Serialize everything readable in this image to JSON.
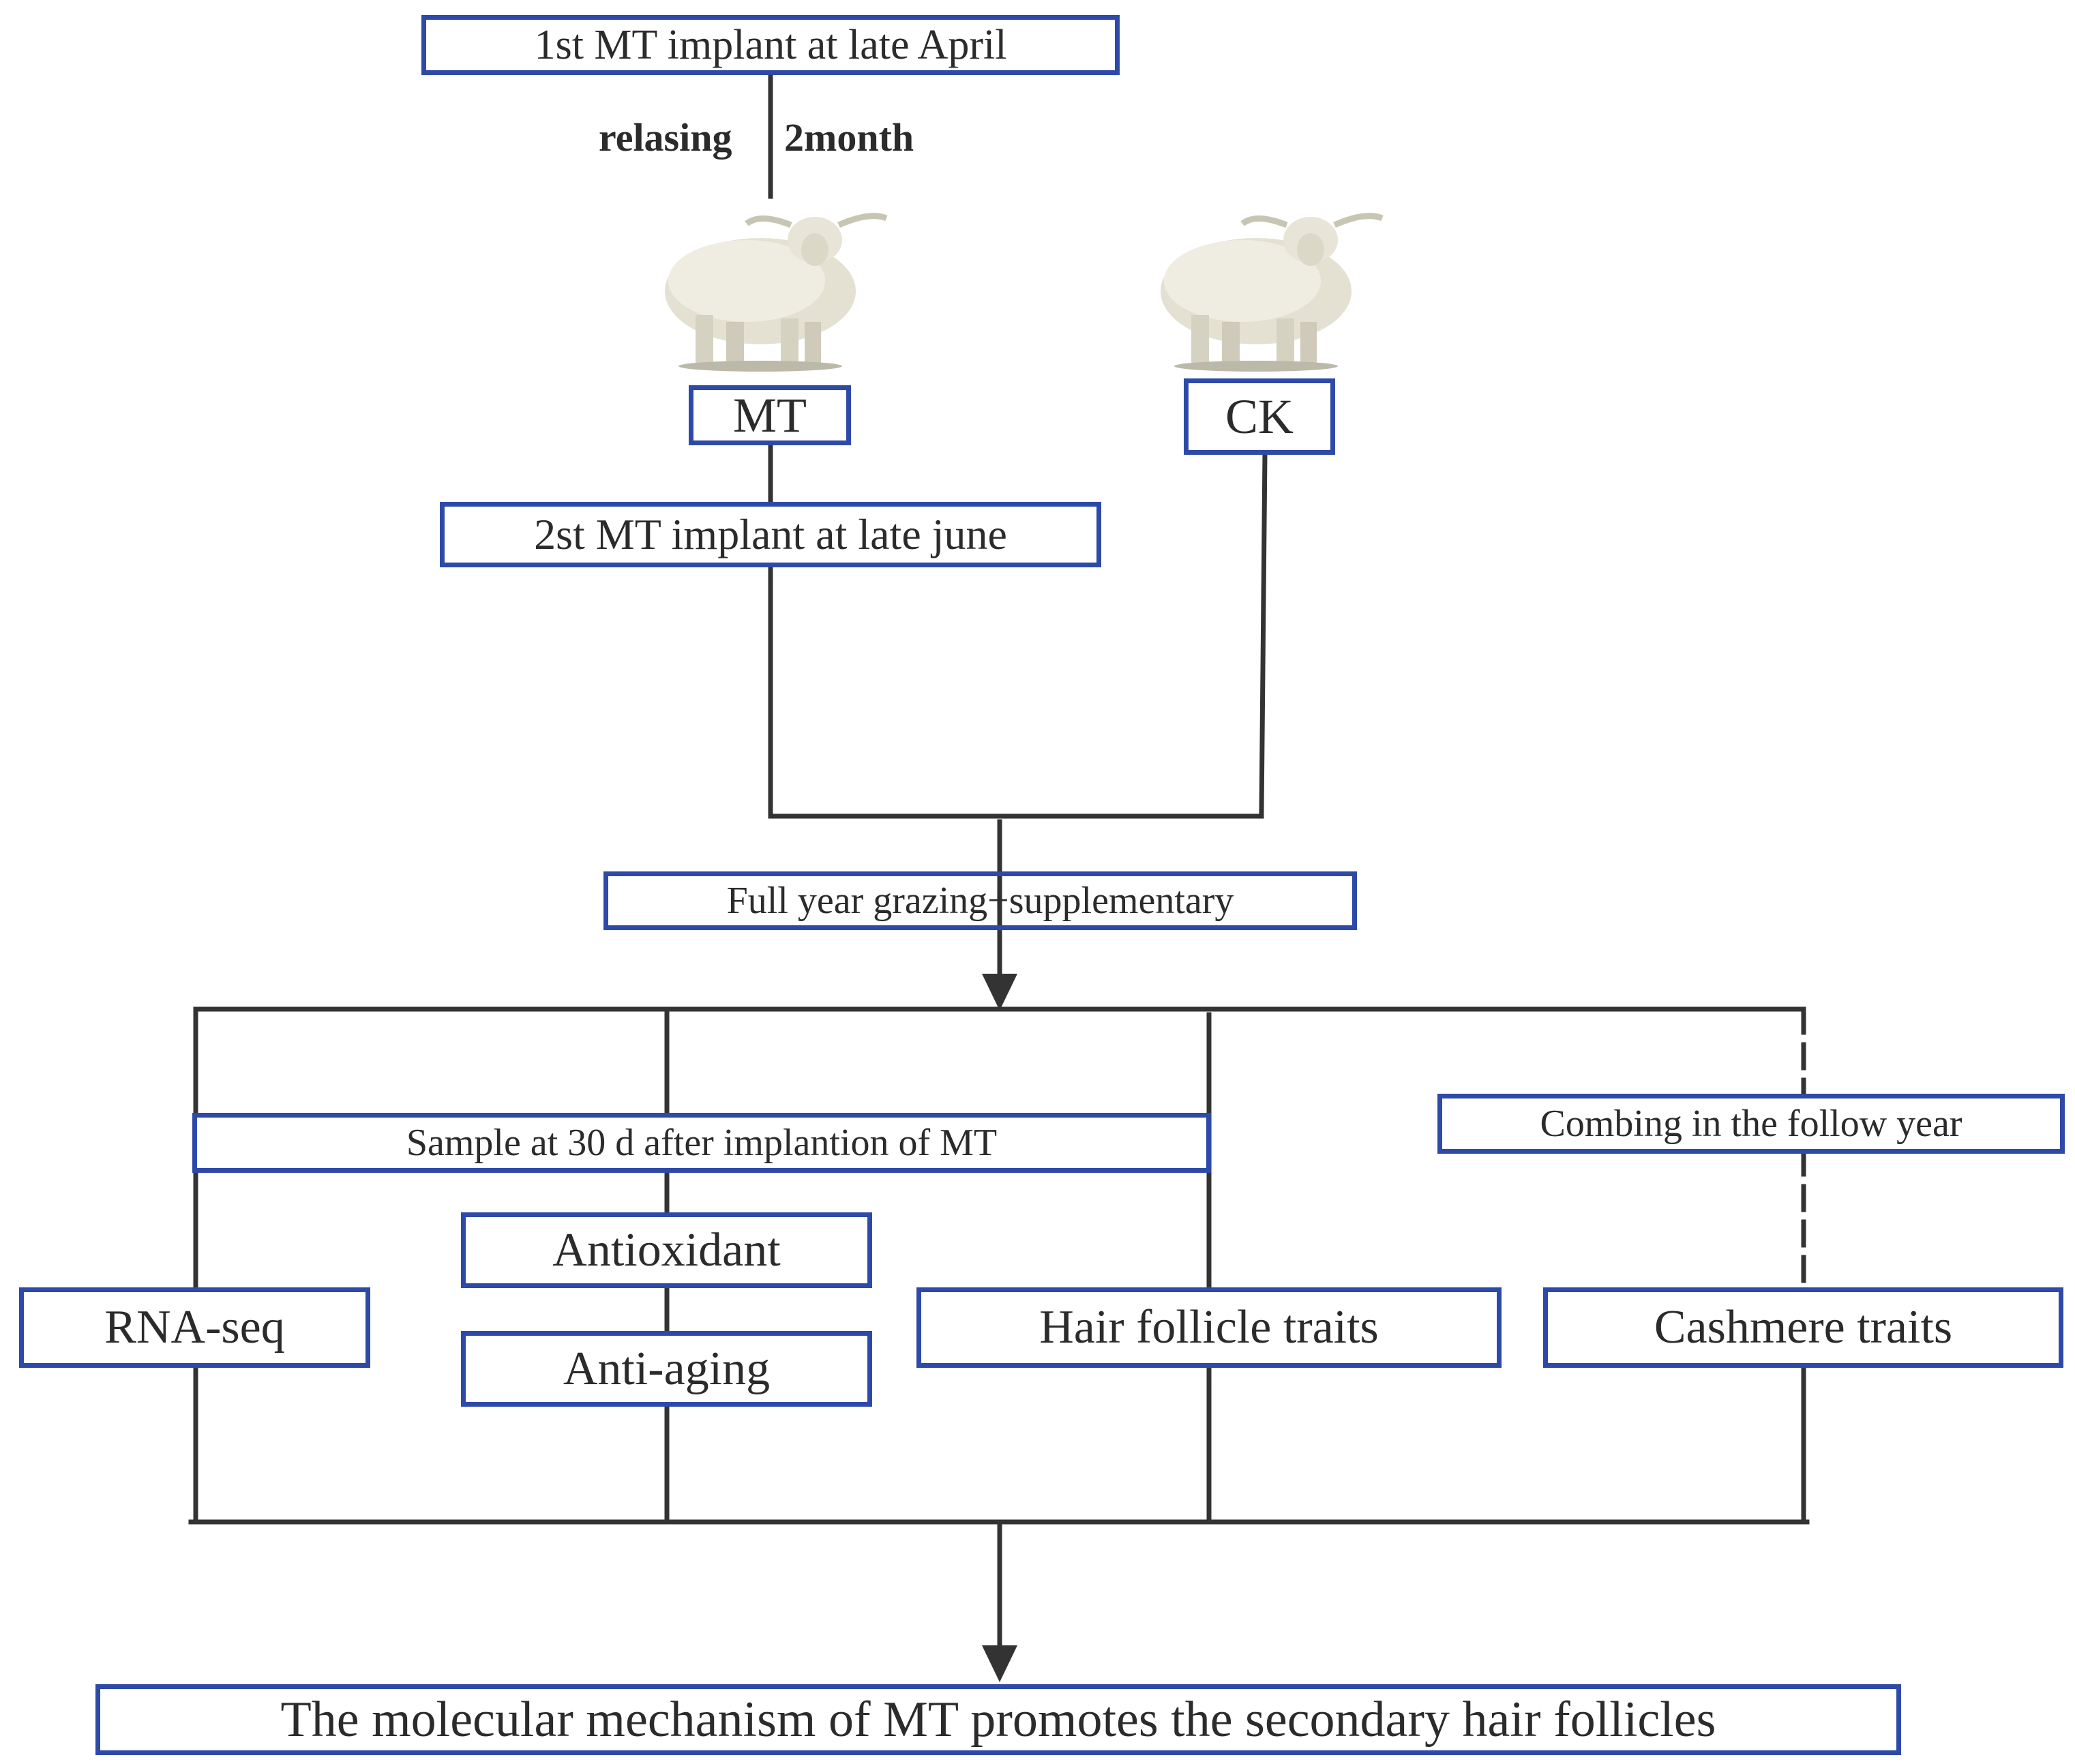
{
  "boxes": {
    "implant1": "1st MT implant at late April",
    "mt": "MT",
    "ck": "CK",
    "implant2": "2st MT implant at late june",
    "grazing": "Full year grazing+supplementary",
    "sample": "Sample at 30 d after implantion of  MT",
    "combing": "Combing in  the  follow year",
    "rnaseq": "RNA-seq",
    "antioxidant": "Antioxidant",
    "antiaging": "Anti-aging",
    "hair_follicle": "Hair follicle traits",
    "cashmere": "Cashmere traits",
    "mechanism": "The molecular mechanism of MT promotes the secondary hair follicles"
  },
  "labels": {
    "releasing_left": "relasing",
    "releasing_right": "2month"
  },
  "colors": {
    "box_border": "#2e4aa8",
    "line": "#333333",
    "text": "#2b2b2b"
  },
  "icons": {
    "goat_left": "cashmere-goat-image",
    "goat_right": "cashmere-goat-image"
  }
}
